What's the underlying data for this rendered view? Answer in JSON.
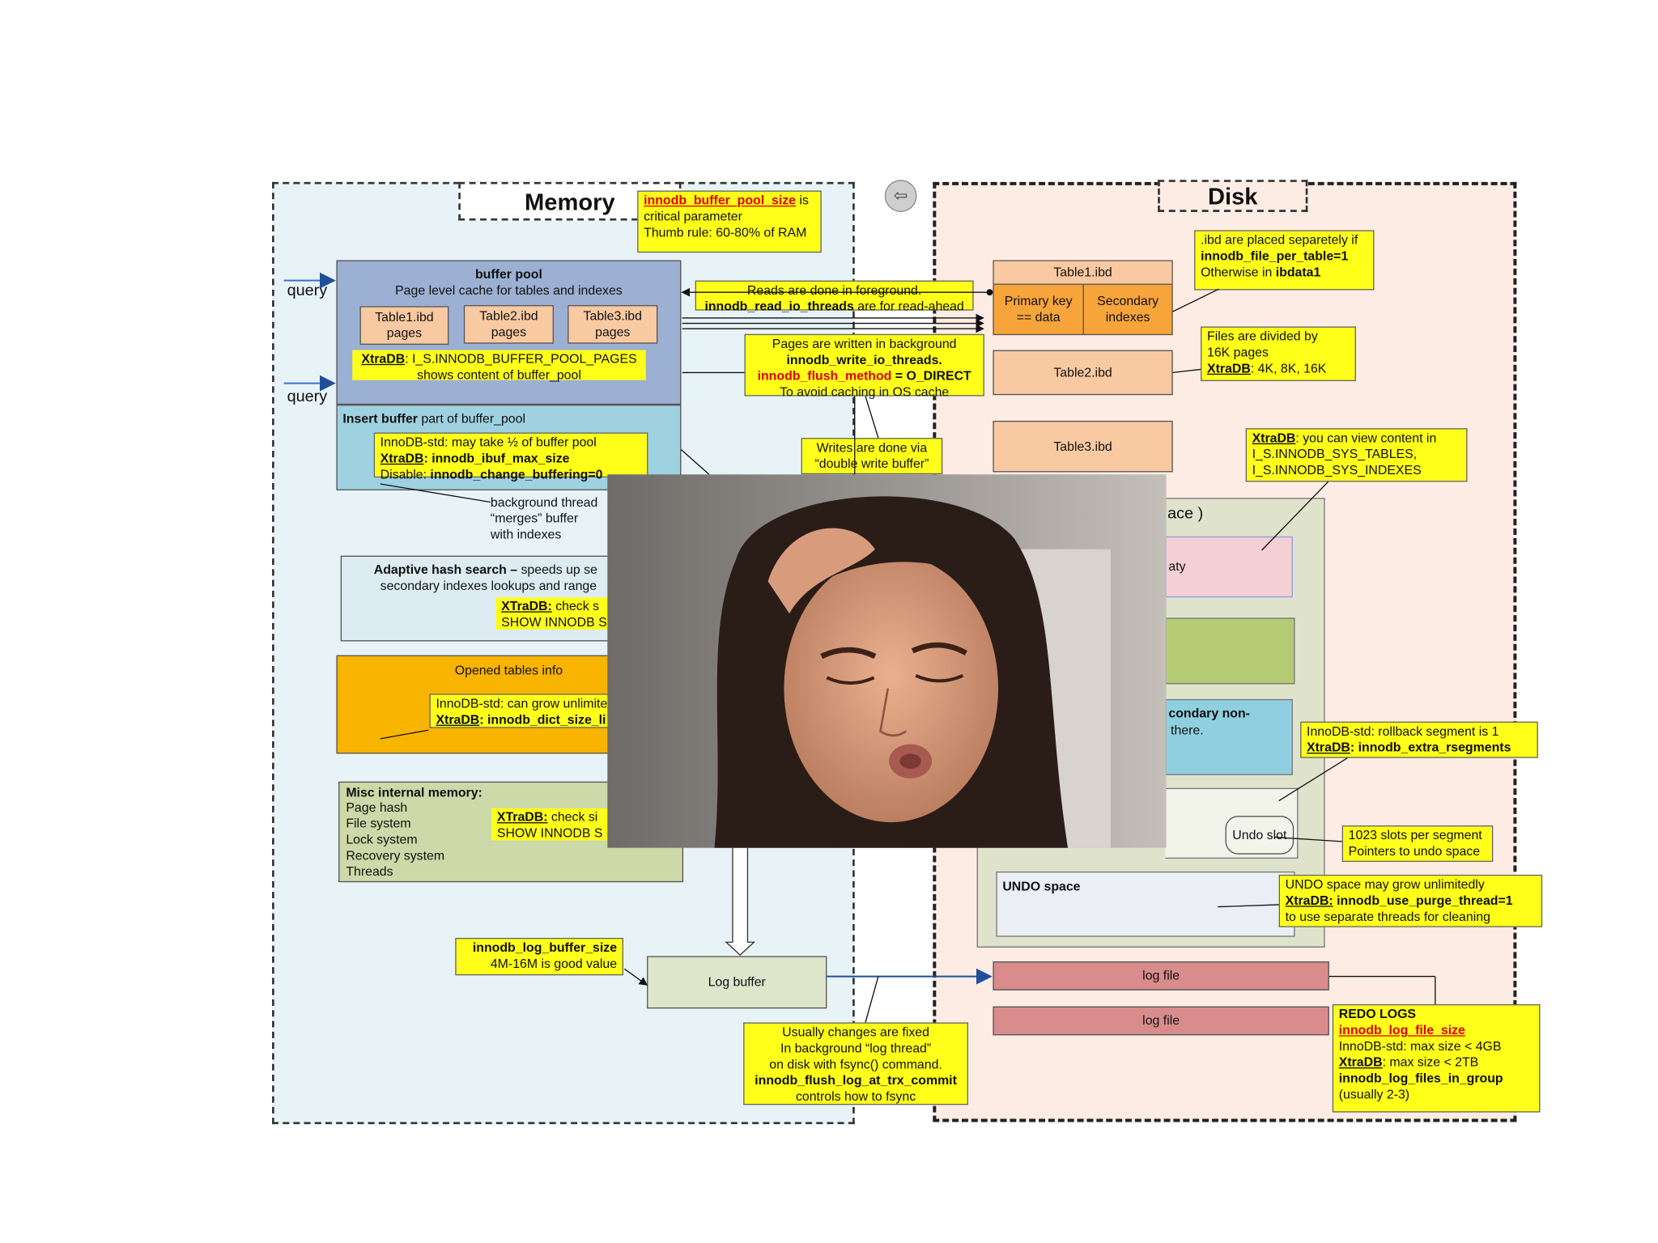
{
  "memory": {
    "title": "Memory",
    "query_labels": [
      "query",
      "query"
    ],
    "buffer_pool": {
      "title": "buffer pool",
      "subtitle": "Page level cache for tables and indexes",
      "pages": [
        "Table1.ibd pages",
        "Table2.ibd pages",
        "Table3.ibd pages"
      ],
      "note_xtradb": "XtraDB",
      "note_rest": ": I_S.INNODB_BUFFER_POOL_PAGES",
      "note_line2": "shows content of buffer_pool"
    },
    "insert_buffer": {
      "title_bold": "Insert buffer",
      "title_rest": " part of buffer_pool",
      "note_line1": "InnoDB-std: may take ½ of buffer pool",
      "note_xtradb": "XtraDB",
      "note_line2_rest": ": innodb_ibuf_max_size",
      "note_line3_label": "Disable: ",
      "note_line3_value": "innodb_change_buffering=0",
      "merge_text": [
        "background thread",
        "“merges” buffer",
        "with indexes"
      ]
    },
    "adaptive_hash": {
      "title_bold": "Adaptive hash search – ",
      "title_rest": "speeds up se",
      "line2": "secondary indexes lookups and range",
      "note_xtradb": "XTraDB:",
      "note_rest": " check s",
      "note_line2": "SHOW INNODB S"
    },
    "opened_tables": {
      "title": "Opened tables info",
      "note_line1": "InnoDB-std: can grow unlimite",
      "note_xtradb": "XtraDB",
      "note_rest": ": innodb_dict_size_li"
    },
    "misc": {
      "title": "Misc internal memory:",
      "items": [
        "Page hash",
        "File system",
        "Lock system",
        "Recovery system",
        "Threads"
      ],
      "note_xtradb": "XTraDB:",
      "note_rest": " check si",
      "note_line2": "SHOW INNODB S"
    },
    "log_buffer": "Log buffer",
    "log_buffer_note": [
      "innodb_log_buffer_size",
      "4M-16M is good value"
    ],
    "pool_size_note": {
      "param": "innodb_buffer_pool_size",
      "rest": " is",
      "line2": "critical parameter",
      "line3": "Thumb rule: 60-80% of RAM"
    }
  },
  "middle_notes": {
    "reads": [
      "Reads are done in foreground.",
      "innodb_read_io_threads",
      " are for read-ahead"
    ],
    "writes": {
      "line1": "Pages are written in background",
      "line2": "innodb_write_io_threads.",
      "line3_red": "innodb_flush_method",
      "line3_rest": " = O_DIRECT",
      "line4": "To avoid caching in OS cache"
    },
    "double_write": [
      "Writes are done via",
      "“double write buffer”"
    ],
    "fsync": [
      "Usually changes are fixed",
      "In background “log thread”",
      "on disk with fsync() command.",
      "innodb_flush_log_at_trx_commit",
      "controls how to fsync"
    ]
  },
  "disk": {
    "title": "Disk",
    "table1": {
      "title": "Table1.ibd",
      "primary": "Primary key == data",
      "secondary": "Secondary indexes"
    },
    "table2": "Table2.ibd",
    "table3": "Table3.ibd",
    "ibd_note": {
      "line1": ".ibd are placed separetely if",
      "line2": "innodb_file_per_table=1",
      "line3_rest": "Otherwise in ",
      "line3_bold": "ibdata1"
    },
    "pages_note": {
      "line1": "Files are divided by",
      "line2": "16K pages",
      "xtradb": "XtraDB",
      "rest": ": 4K, 8K, 16K"
    },
    "sys_note": {
      "xtradb": "XtraDB",
      "rest": ": you can view content in",
      "line2": "I_S.INNODB_SYS_TABLES,",
      "line3": "I_S.INNODB_SYS_INDEXES"
    },
    "tablespace_fragment": "ace )",
    "pink_fragment": "aty",
    "blue_fragment": [
      "condary non-",
      "there."
    ],
    "undo_slot": "Undo slot",
    "undo_space": "UNDO space",
    "rollback_note": {
      "line1": "InnoDB-std: rollback segment is 1",
      "xtradb": "XtraDB",
      "rest": ": innodb_extra_rsegments"
    },
    "slots_note": [
      "1023 slots per segment",
      "Pointers to undo space"
    ],
    "undo_note": {
      "line1": "UNDO space may grow unlimitedly",
      "xtradb": "XtraDB:",
      "rest": " innodb_use_purge_thread=1",
      "line3": "to use separate threads for cleaning"
    },
    "log_files": [
      "log file",
      "log file"
    ],
    "redo_note": {
      "title": "REDO LOGS",
      "param": "innodb_log_file_size",
      "line3": "InnoDB-std: max size < 4GB",
      "xtradb": "XtraDB",
      "rest": ": max size < 2TB",
      "line5": "innodb_log_files_in_group",
      "line6": "(usually 2-3)"
    }
  },
  "colors": {
    "memory_bg": "#e8f3f8",
    "disk_bg": "#fcece4",
    "note_yellow": "#ffff1a",
    "buffer_pool": "#9bb0d2",
    "insert_buffer": "#9fd2e0",
    "orange": "#f7a43a",
    "peach": "#f9c9a1",
    "log_file": "#d98c8c",
    "misc": "#cdd9a8"
  },
  "icons": {
    "back_button": "back-arrow-icon"
  }
}
